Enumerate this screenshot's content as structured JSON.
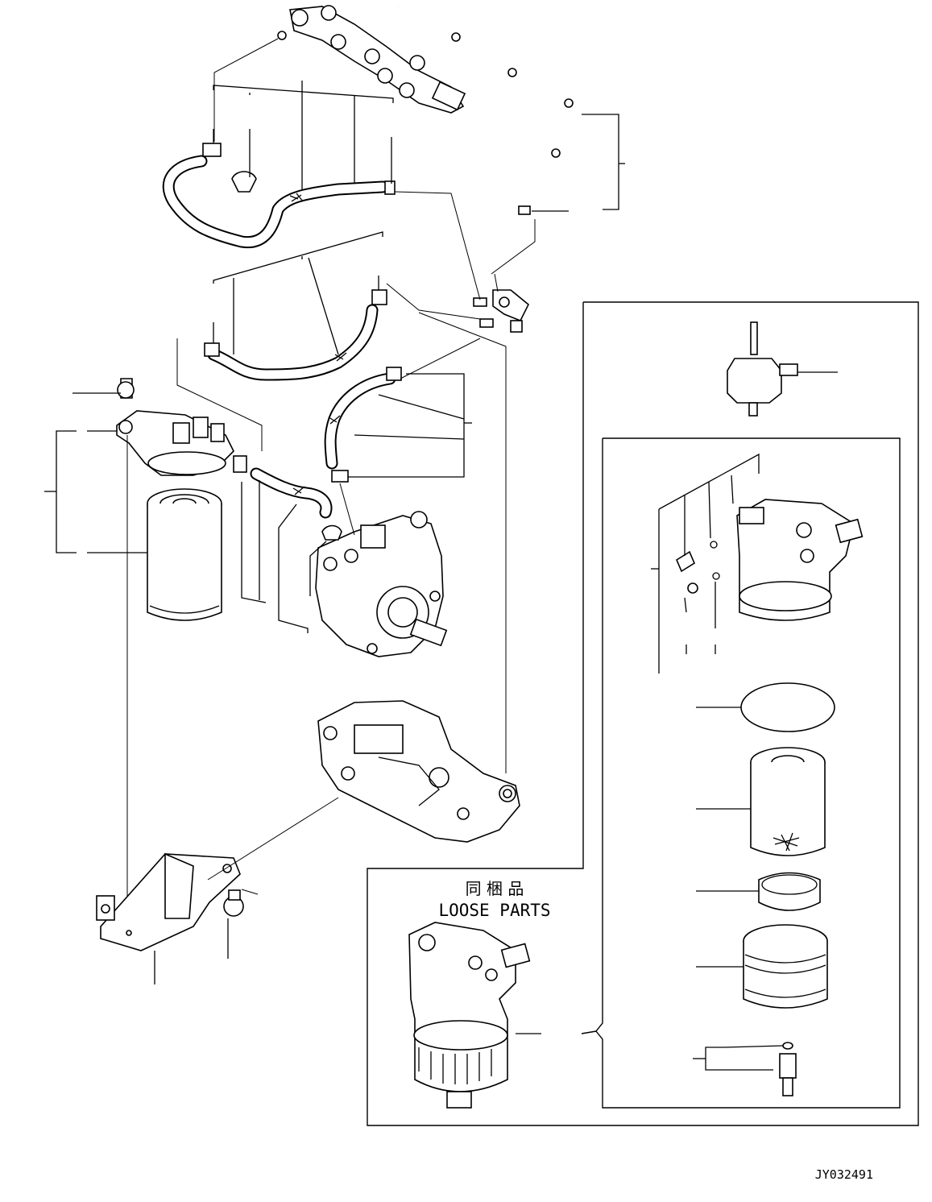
{
  "diagram": {
    "loose_parts_label_jp": "同 梱 品",
    "loose_parts_label_en": "LOOSE PARTS",
    "drawing_number": "JY032491"
  }
}
